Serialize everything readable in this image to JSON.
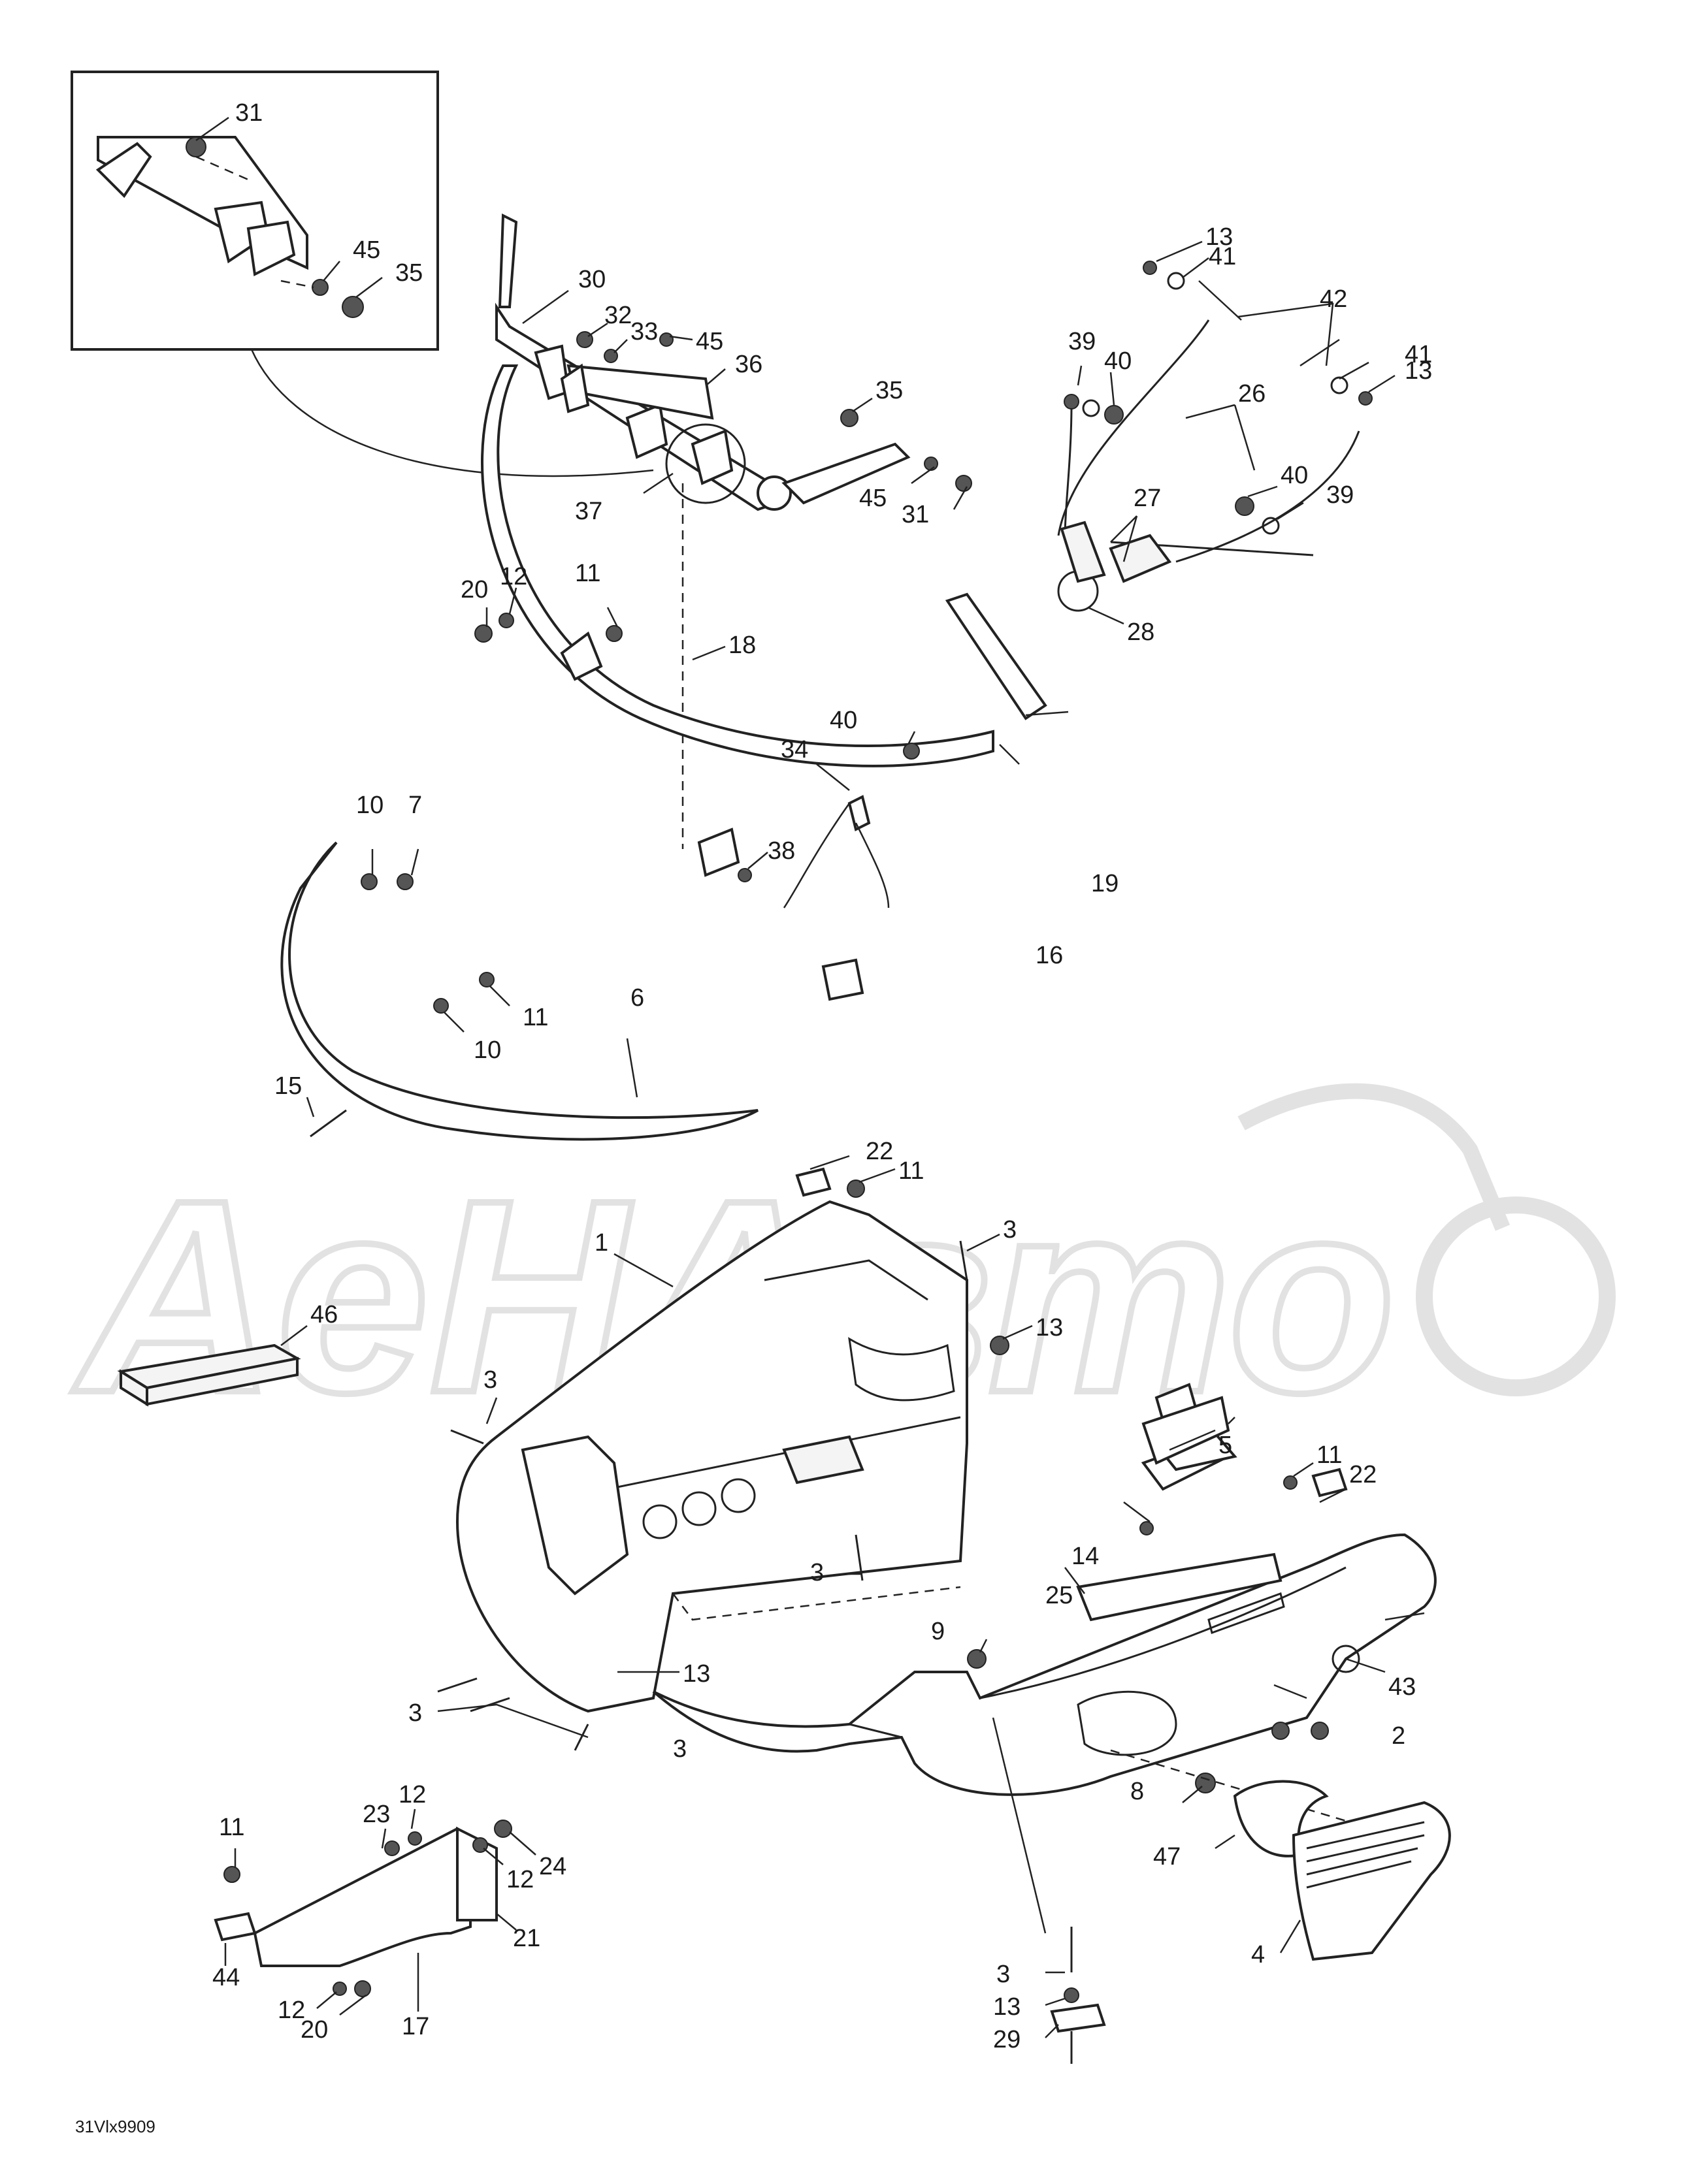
{
  "watermark": "AеНАвто",
  "drawing_code": "31Vlx9909",
  "labels": [
    {
      "id": "l31a",
      "text": "31"
    },
    {
      "id": "l45a",
      "text": "45"
    },
    {
      "id": "l35a",
      "text": "35"
    },
    {
      "id": "l30",
      "text": "30"
    },
    {
      "id": "l32",
      "text": "32"
    },
    {
      "id": "l33",
      "text": "33"
    },
    {
      "id": "l45b",
      "text": "45"
    },
    {
      "id": "l36",
      "text": "36"
    },
    {
      "id": "l35b",
      "text": "35"
    },
    {
      "id": "l45c",
      "text": "45"
    },
    {
      "id": "l31b",
      "text": "31"
    },
    {
      "id": "l37",
      "text": "37"
    },
    {
      "id": "l13a",
      "text": "13"
    },
    {
      "id": "l41a",
      "text": "41"
    },
    {
      "id": "l42",
      "text": "42"
    },
    {
      "id": "l41b",
      "text": "41"
    },
    {
      "id": "l13b",
      "text": "13"
    },
    {
      "id": "l39a",
      "text": "39"
    },
    {
      "id": "l40a",
      "text": "40"
    },
    {
      "id": "l26",
      "text": "26"
    },
    {
      "id": "l40b",
      "text": "40"
    },
    {
      "id": "l39b",
      "text": "39"
    },
    {
      "id": "l27",
      "text": "27"
    },
    {
      "id": "l28",
      "text": "28"
    },
    {
      "id": "l20a",
      "text": "20"
    },
    {
      "id": "l12a",
      "text": "12"
    },
    {
      "id": "l11a",
      "text": "11"
    },
    {
      "id": "l18",
      "text": "18"
    },
    {
      "id": "l40c",
      "text": "40"
    },
    {
      "id": "l34",
      "text": "34"
    },
    {
      "id": "l10a",
      "text": "10"
    },
    {
      "id": "l7",
      "text": "7"
    },
    {
      "id": "l38",
      "text": "38"
    },
    {
      "id": "l19",
      "text": "19"
    },
    {
      "id": "l16",
      "text": "16"
    },
    {
      "id": "l6",
      "text": "6"
    },
    {
      "id": "l11b",
      "text": "11"
    },
    {
      "id": "l10b",
      "text": "10"
    },
    {
      "id": "l15",
      "text": "15"
    },
    {
      "id": "l22a",
      "text": "22"
    },
    {
      "id": "l11c",
      "text": "11"
    },
    {
      "id": "l1",
      "text": "1"
    },
    {
      "id": "l3a",
      "text": "3"
    },
    {
      "id": "l46",
      "text": "46"
    },
    {
      "id": "l13c",
      "text": "13"
    },
    {
      "id": "l3b",
      "text": "3"
    },
    {
      "id": "l5",
      "text": "5"
    },
    {
      "id": "l11d",
      "text": "11"
    },
    {
      "id": "l22b",
      "text": "22"
    },
    {
      "id": "l3c",
      "text": "3"
    },
    {
      "id": "l14",
      "text": "14"
    },
    {
      "id": "l25",
      "text": "25"
    },
    {
      "id": "l9",
      "text": "9"
    },
    {
      "id": "l43",
      "text": "43"
    },
    {
      "id": "l13d",
      "text": "13"
    },
    {
      "id": "l3d",
      "text": "3"
    },
    {
      "id": "l2",
      "text": "2"
    },
    {
      "id": "l3e",
      "text": "3"
    },
    {
      "id": "l8",
      "text": "8"
    },
    {
      "id": "l47",
      "text": "47"
    },
    {
      "id": "l4",
      "text": "4"
    },
    {
      "id": "l11e",
      "text": "11"
    },
    {
      "id": "l23",
      "text": "23"
    },
    {
      "id": "l12b",
      "text": "12"
    },
    {
      "id": "l24",
      "text": "24"
    },
    {
      "id": "l12c",
      "text": "12"
    },
    {
      "id": "l21",
      "text": "21"
    },
    {
      "id": "l44",
      "text": "44"
    },
    {
      "id": "l12d",
      "text": "12"
    },
    {
      "id": "l20b",
      "text": "20"
    },
    {
      "id": "l17",
      "text": "17"
    },
    {
      "id": "l3f",
      "text": "3"
    },
    {
      "id": "l13e",
      "text": "13"
    },
    {
      "id": "l29",
      "text": "29"
    }
  ]
}
